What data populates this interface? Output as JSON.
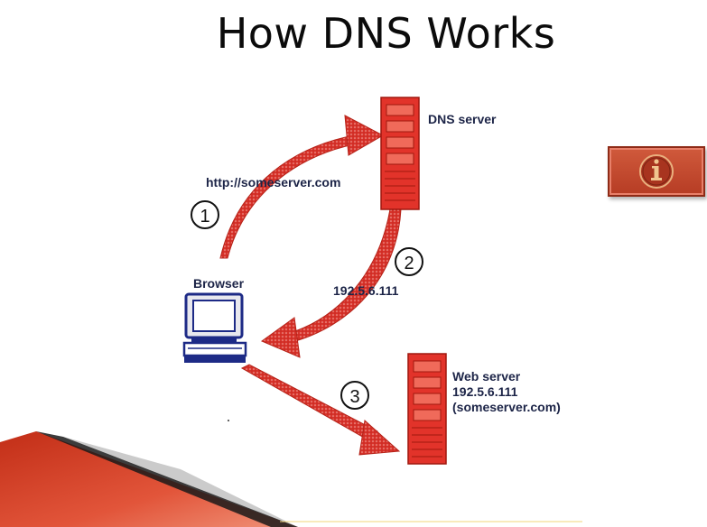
{
  "title": "How DNS Works",
  "labels": {
    "dns_server": "DNS server",
    "browser": "Browser",
    "url": "http://someserver.com",
    "ip_response": "192.5.6.111",
    "web_server_line1": "Web server",
    "web_server_line2": "192.5.6.111",
    "web_server_line3": "(someserver.com)"
  },
  "steps": [
    "1",
    "2",
    "3"
  ],
  "icons": {
    "info": "info-icon",
    "server": "server-icon",
    "computer": "computer-icon"
  },
  "colors": {
    "arrow_fill": "#d8332b",
    "server_red": "#e2332a",
    "computer_blue": "#1d2a86",
    "label_navy": "#1c2447",
    "info_button": "#c44a2f",
    "decor_red": "#d6452b"
  }
}
